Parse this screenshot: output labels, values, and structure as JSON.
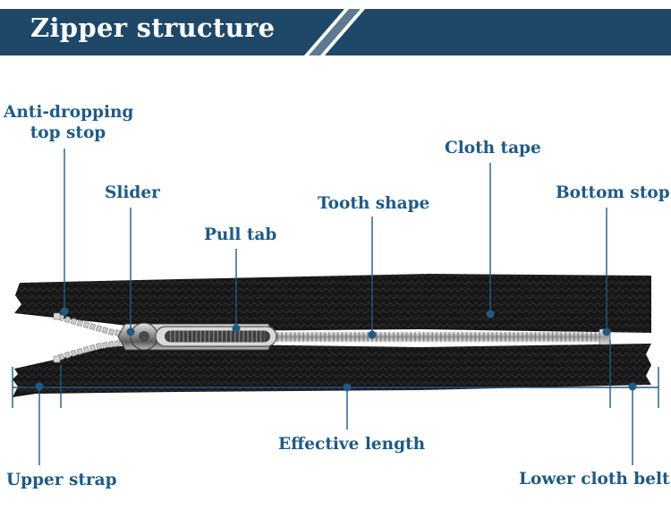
{
  "header": {
    "title": "Zipper structure"
  },
  "colors": {
    "banner": "#1f4868",
    "banner_stripe": "#5e7a90",
    "label_text": "#1f5a84",
    "pointer": "#1f5a84",
    "tape": "#151515",
    "teeth": "#c9c9c9"
  },
  "labels": {
    "anti_dropping_line1": "Anti-dropping",
    "anti_dropping_line2": "top stop",
    "slider": "Slider",
    "pull_tab": "Pull tab",
    "tooth_shape": "Tooth shape",
    "cloth_tape": "Cloth tape",
    "bottom_stop": "Bottom stop",
    "effective_length": "Effective length",
    "upper_strap": "Upper strap",
    "lower_cloth_belt": "Lower cloth belt"
  }
}
